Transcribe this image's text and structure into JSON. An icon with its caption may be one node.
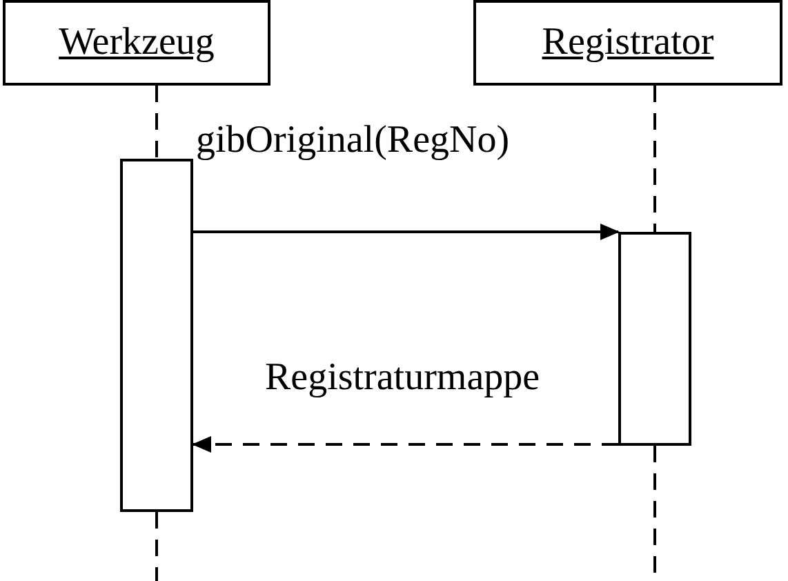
{
  "diagram": {
    "nodes": [
      {
        "text": [
          "Werkzeug"
        ]
      },
      {
        "text": [
          "Registrator"
        ]
      },
      {
        "text": [],
        "shape": "bar"
      },
      {
        "text": [],
        "shape": "bar"
      }
    ],
    "edges": [
      {
        "from": 0,
        "to": 2,
        "arrow": "none",
        "style": "dashed"
      },
      {
        "from": 2,
        "to": null,
        "arrow": "none",
        "style": "dashed"
      },
      {
        "from": 1,
        "to": 3,
        "arrow": "none",
        "style": "dashed"
      },
      {
        "from": 3,
        "to": null,
        "arrow": "none",
        "style": "dashed"
      },
      {
        "from": 2,
        "to": 3,
        "arrow": "to",
        "label": "gibOriginal(RegNo)"
      },
      {
        "from": 3,
        "to": 2,
        "arrow": "to",
        "label": "Registraturmappe",
        "style": "dashed"
      }
    ]
  }
}
